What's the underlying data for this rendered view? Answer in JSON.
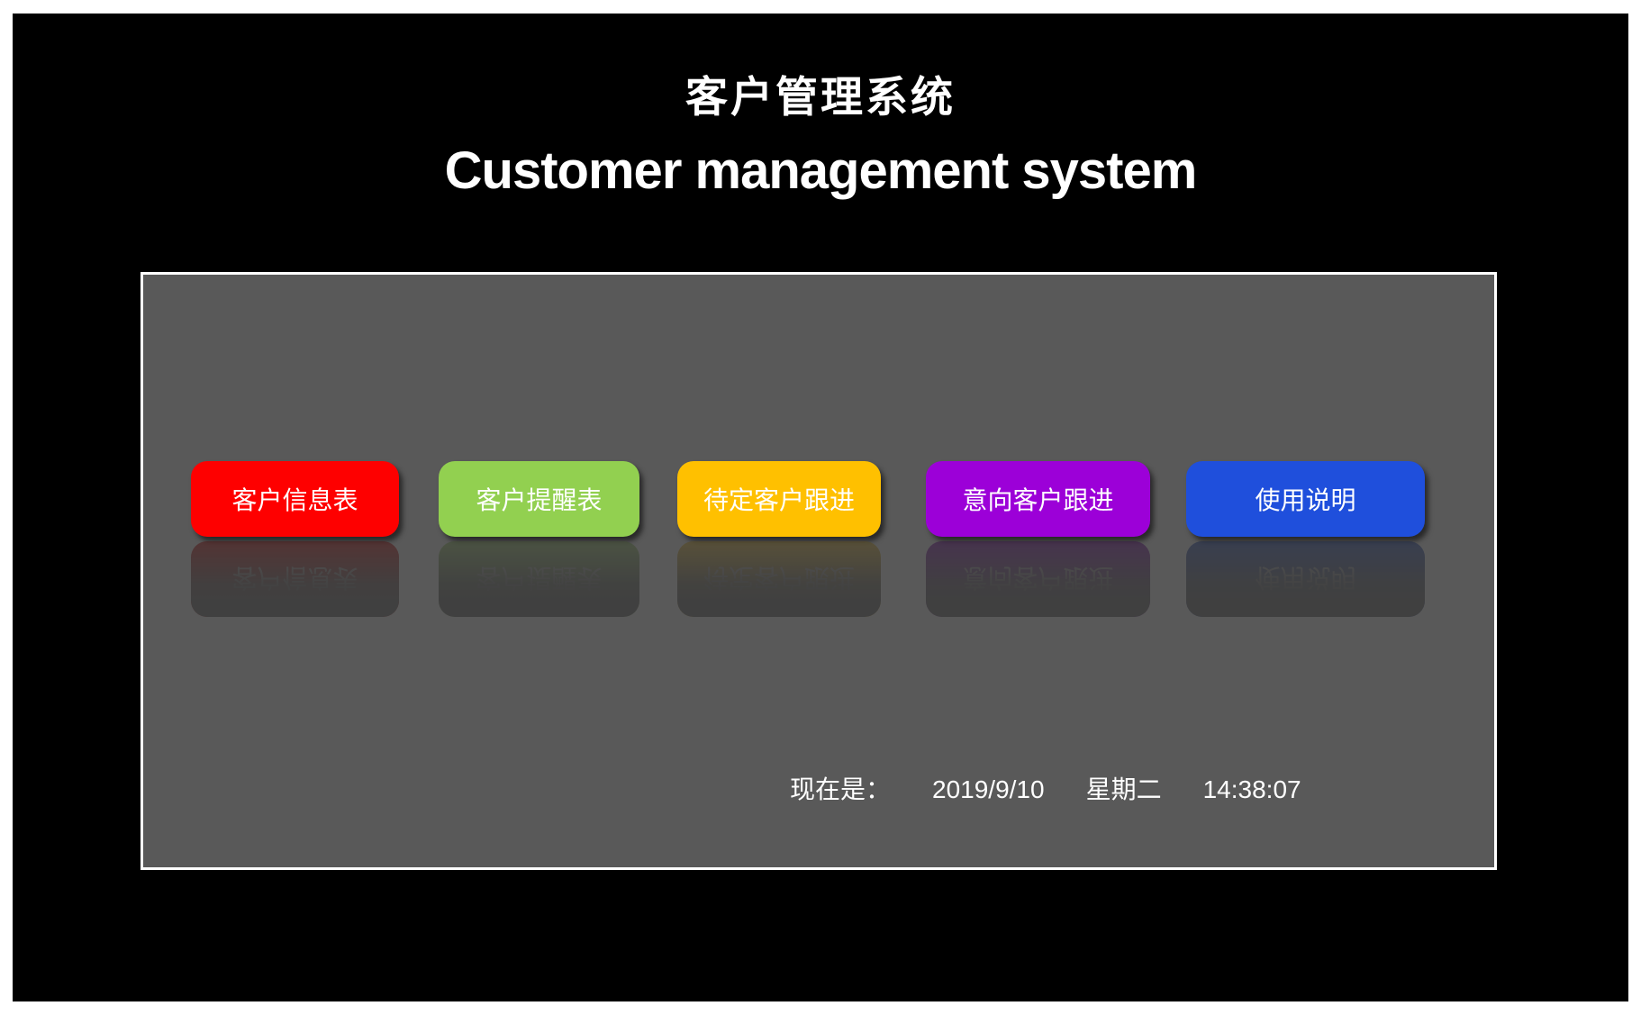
{
  "header": {
    "title_cn": "客户管理系统",
    "title_en": "Customer management system"
  },
  "panel": {
    "buttons": [
      {
        "id": "customer-info-table",
        "label": "客户信息表",
        "color": "#FE0000"
      },
      {
        "id": "customer-reminder-table",
        "label": "客户提醒表",
        "color": "#92D050"
      },
      {
        "id": "pending-customer-followup",
        "label": "待定客户跟进",
        "color": "#FFC000"
      },
      {
        "id": "intent-customer-followup",
        "label": "意向客户跟进",
        "color": "#9C00D8"
      },
      {
        "id": "usage-instructions",
        "label": "使用说明",
        "color": "#1F4FDC"
      }
    ],
    "datetime": {
      "prefix": "现在是：",
      "date": "2019/9/10",
      "weekday": "星期二",
      "time": "14:38:07"
    }
  },
  "colors": {
    "page_frame": "#FFFFFF",
    "app_background": "#000000",
    "panel_gray": "#595959",
    "panel_border": "#FFFFFF",
    "text": "#FFFFFF"
  }
}
